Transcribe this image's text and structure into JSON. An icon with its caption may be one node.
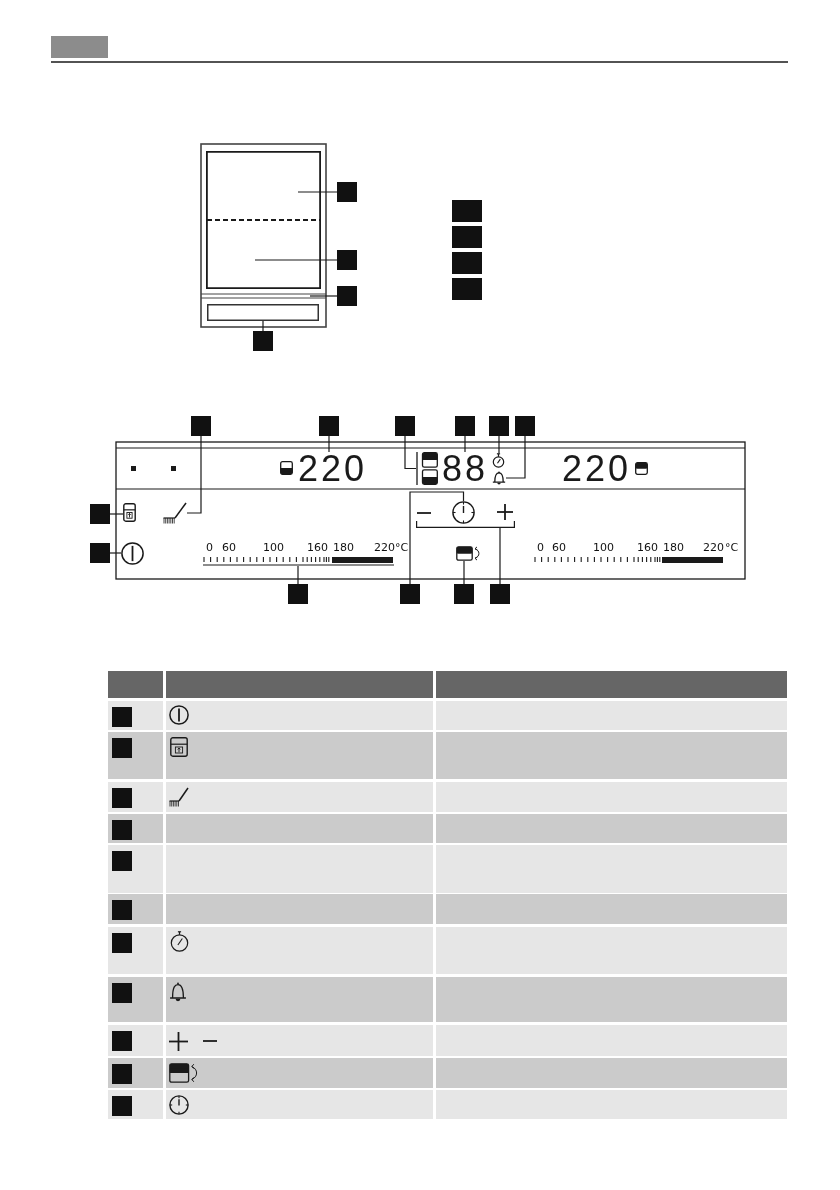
{
  "diagram": {
    "nodes": [
      {
        "text": [],
        "shape": "box"
      },
      {
        "text": [],
        "shape": "box"
      },
      {
        "text": [],
        "shape": "line"
      },
      {
        "text": [],
        "shape": "box"
      },
      {
        "text": [],
        "shape": "box"
      },
      {
        "text": [],
        "shape": "box"
      },
      {
        "text": [],
        "shape": "box"
      },
      {
        "text": [],
        "shape": "box"
      },
      {
        "text": [],
        "shape": "box"
      },
      {
        "text": [],
        "shape": "box"
      },
      {
        "text": [],
        "shape": "box"
      },
      {
        "text": [],
        "shape": "box"
      },
      {
        "text": [],
        "shape": "box"
      },
      {
        "text": [],
        "shape": "box"
      },
      {
        "text": [],
        "shape": "box"
      },
      {
        "text": [],
        "shape": "box"
      },
      {
        "text": [],
        "shape": "box"
      },
      {
        "text": [],
        "shape": "box"
      },
      {
        "text": [
          "220"
        ]
      },
      {
        "text": [],
        "shape": "picture"
      },
      {
        "text": [
          "88"
        ]
      },
      {
        "text": [],
        "shape": "picture"
      },
      {
        "text": [],
        "shape": "picture"
      },
      {
        "text": [],
        "shape": "box"
      },
      {
        "text": [],
        "shape": "box"
      },
      {
        "text": [],
        "shape": "picture"
      },
      {
        "text": [],
        "shape": "picture"
      },
      {
        "text": [],
        "shape": "picture"
      },
      {
        "text": [],
        "shape": "bracket"
      },
      {
        "text": [],
        "shape": "picture"
      },
      {
        "text": [],
        "shape": "bar",
        "beside": [
          "0",
          "60",
          "100",
          "160",
          "180",
          "220",
          "°C"
        ]
      },
      {
        "text": [],
        "shape": "picture"
      },
      {
        "text": [],
        "shape": "bar",
        "beside": [
          "0",
          "60",
          "100",
          "160",
          "180",
          "220",
          "°C"
        ]
      },
      {
        "text": [],
        "shape": "box"
      },
      {
        "text": [],
        "shape": "box"
      },
      {
        "text": [],
        "shape": "box"
      },
      {
        "text": [],
        "shape": "box"
      },
      {
        "text": [],
        "shape": "box"
      },
      {
        "text": [],
        "shape": "box"
      },
      {
        "text": [],
        "shape": "box"
      },
      {
        "text": [],
        "shape": "box"
      },
      {
        "text": [],
        "shape": "box"
      },
      {
        "text": [],
        "shape": "box"
      },
      {
        "text": [],
        "shape": "box"
      },
      {
        "text": [],
        "shape": "box"
      },
      {
        "text": [],
        "shape": "box"
      },
      {
        "text": [],
        "shape": "box"
      },
      {
        "text": [],
        "shape": "box"
      }
    ],
    "edges": [
      {
        "from": 4,
        "to": 0,
        "arrow": "none"
      },
      {
        "from": 5,
        "to": 1,
        "arrow": "none"
      },
      {
        "from": 6,
        "to": 2,
        "arrow": "none"
      },
      {
        "from": 7,
        "to": 3,
        "arrow": "none"
      },
      {
        "from": 12,
        "to": 26,
        "arrow": "none"
      },
      {
        "from": 13,
        "to": 18,
        "arrow": "none"
      },
      {
        "from": 14,
        "to": 19,
        "arrow": "none"
      },
      {
        "from": 15,
        "to": 20,
        "arrow": "none"
      },
      {
        "from": 16,
        "to": 21,
        "arrow": "none"
      },
      {
        "from": 17,
        "to": 22,
        "arrow": "none"
      },
      {
        "from": 23,
        "to": 25,
        "arrow": "none"
      },
      {
        "from": 24,
        "to": 29,
        "arrow": "none"
      },
      {
        "from": 33,
        "to": 30,
        "arrow": "none"
      },
      {
        "from": 34,
        "to": 27,
        "arrow": "none"
      },
      {
        "from": 35,
        "to": 31,
        "arrow": "none"
      },
      {
        "from": 36,
        "to": 28,
        "arrow": "none"
      }
    ],
    "labels": [
      "220"
    ]
  }
}
